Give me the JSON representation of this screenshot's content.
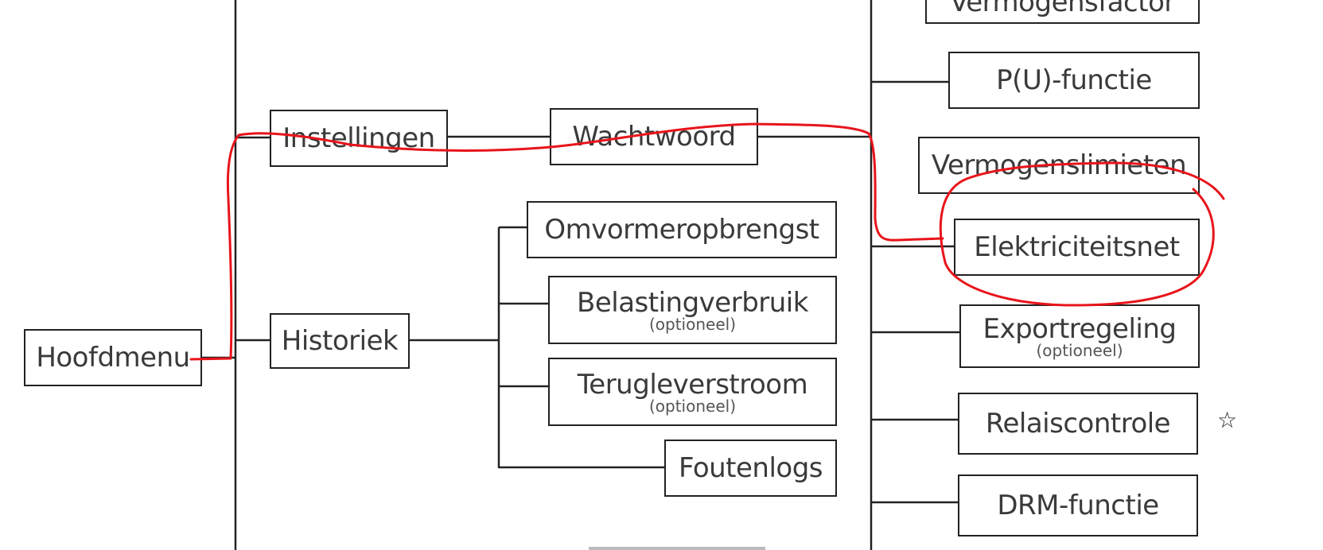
{
  "colors": {
    "line": "#222222",
    "annotation": "#e8141a",
    "text": "#3a3a3a"
  },
  "nodes": {
    "hoofdmenu": "Hoofdmenu",
    "instellingen": "Instellingen",
    "historiek": "Historiek",
    "wachtwoord": "Wachtwoord",
    "omvormeropbrengst": "Omvormeropbrengst",
    "belastingverbruik": "Belastingverbruik",
    "terugleverstroom": "Terugleverstroom",
    "foutenlogs": "Foutenlogs",
    "vermogensfactor": "Vermogensfactor",
    "pu_functie": "P(U)-functie",
    "vermogenslimieten": "Vermogenslimieten",
    "elektriciteitsnet": "Elektriciteitsnet",
    "exportregeling": "Exportregeling",
    "relaiscontrole": "Relaiscontrole",
    "drm_functie": "DRM-functie"
  },
  "optional_note": "(optioneel)",
  "star_symbol": "☆",
  "annotation": {
    "description": "red hand-drawn path from Hoofdmenu via Instellingen and Wachtwoord to circled Elektriciteitsnet",
    "icon": "freehand-circle"
  }
}
